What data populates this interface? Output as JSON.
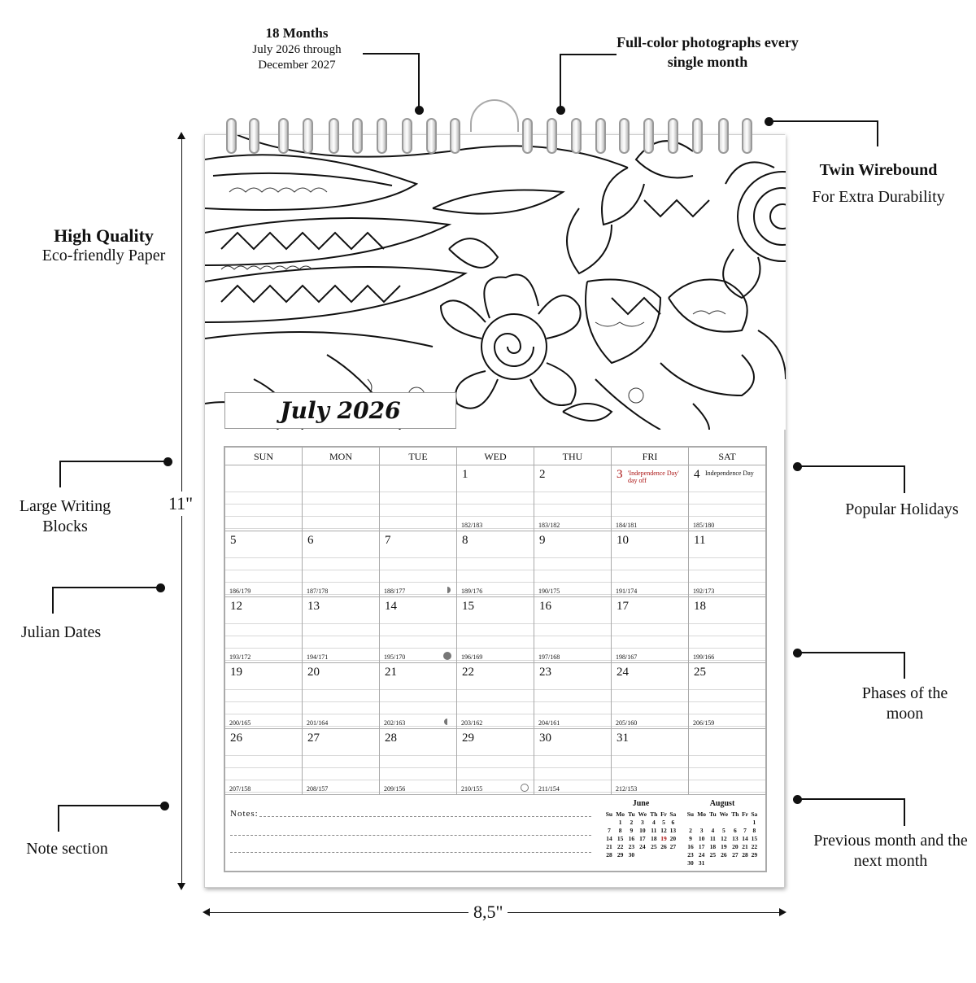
{
  "callouts": {
    "months_title": "18 Months",
    "months_sub": "July 2026 through December 2027",
    "photos": "Full-color photographs every single month",
    "wirebound_title": "Twin Wirebound",
    "wirebound_sub": "For Extra Durability",
    "paper_title": "High Quality",
    "paper_sub": "Eco-friendly Paper",
    "writing_blocks": "Large Writing Blocks",
    "julian": "Julian Dates",
    "note_section": "Note section",
    "holidays": "Popular Holidays",
    "moon": "Phases of the moon",
    "prev_next": "Previous month and the next month"
  },
  "dimensions": {
    "height": "11\"",
    "width": "8,5\""
  },
  "calendar": {
    "month_title": "July 2026",
    "weekdays": [
      "SUN",
      "MON",
      "TUE",
      "WED",
      "THU",
      "FRI",
      "SAT"
    ],
    "weeks": [
      [
        {
          "day": "",
          "julian": ""
        },
        {
          "day": "",
          "julian": ""
        },
        {
          "day": "",
          "julian": ""
        },
        {
          "day": "1",
          "julian": "182/183"
        },
        {
          "day": "2",
          "julian": "183/182"
        },
        {
          "day": "3",
          "julian": "184/181",
          "holiday": "'Independence Day' day off",
          "red": true
        },
        {
          "day": "4",
          "julian": "185/180",
          "holiday": "Independence Day"
        }
      ],
      [
        {
          "day": "5",
          "julian": "186/179"
        },
        {
          "day": "6",
          "julian": "187/178"
        },
        {
          "day": "7",
          "julian": "188/177",
          "moon": "half-r"
        },
        {
          "day": "8",
          "julian": "189/176"
        },
        {
          "day": "9",
          "julian": "190/175"
        },
        {
          "day": "10",
          "julian": "191/174"
        },
        {
          "day": "11",
          "julian": "192/173"
        }
      ],
      [
        {
          "day": "12",
          "julian": "193/172"
        },
        {
          "day": "13",
          "julian": "194/171"
        },
        {
          "day": "14",
          "julian": "195/170",
          "moon": "full"
        },
        {
          "day": "15",
          "julian": "196/169"
        },
        {
          "day": "16",
          "julian": "197/168"
        },
        {
          "day": "17",
          "julian": "198/167"
        },
        {
          "day": "18",
          "julian": "199/166"
        }
      ],
      [
        {
          "day": "19",
          "julian": "200/165"
        },
        {
          "day": "20",
          "julian": "201/164"
        },
        {
          "day": "21",
          "julian": "202/163",
          "moon": "half-l"
        },
        {
          "day": "22",
          "julian": "203/162"
        },
        {
          "day": "23",
          "julian": "204/161"
        },
        {
          "day": "24",
          "julian": "205/160"
        },
        {
          "day": "25",
          "julian": "206/159"
        }
      ],
      [
        {
          "day": "26",
          "julian": "207/158"
        },
        {
          "day": "27",
          "julian": "208/157"
        },
        {
          "day": "28",
          "julian": "209/156"
        },
        {
          "day": "29",
          "julian": "210/155",
          "moon": "new"
        },
        {
          "day": "30",
          "julian": "211/154"
        },
        {
          "day": "31",
          "julian": "212/153"
        },
        {
          "day": "",
          "julian": ""
        }
      ]
    ],
    "notes_label": "Notes:",
    "mini_prev": {
      "title": "June",
      "head": [
        "Su",
        "Mo",
        "Tu",
        "We",
        "Th",
        "Fr",
        "Sa"
      ],
      "rows": [
        [
          "",
          "1",
          "2",
          "3",
          "4",
          "5",
          "6"
        ],
        [
          "7",
          "8",
          "9",
          "10",
          "11",
          "12",
          "13"
        ],
        [
          "14",
          "15",
          "16",
          "17",
          "18",
          "19",
          "20"
        ],
        [
          "21",
          "22",
          "23",
          "24",
          "25",
          "26",
          "27"
        ],
        [
          "28",
          "29",
          "30",
          "",
          "",
          "",
          ""
        ]
      ],
      "red": [
        "19"
      ]
    },
    "mini_next": {
      "title": "August",
      "head": [
        "Su",
        "Mo",
        "Tu",
        "We",
        "Th",
        "Fr",
        "Sa"
      ],
      "rows": [
        [
          "",
          "",
          "",
          "",
          "",
          "",
          "1"
        ],
        [
          "2",
          "3",
          "4",
          "5",
          "6",
          "7",
          "8"
        ],
        [
          "9",
          "10",
          "11",
          "12",
          "13",
          "14",
          "15"
        ],
        [
          "16",
          "17",
          "18",
          "19",
          "20",
          "21",
          "22"
        ],
        [
          "23",
          "24",
          "25",
          "26",
          "27",
          "28",
          "29"
        ],
        [
          "30",
          "31",
          "",
          "",
          "",
          "",
          ""
        ]
      ],
      "red": []
    }
  }
}
